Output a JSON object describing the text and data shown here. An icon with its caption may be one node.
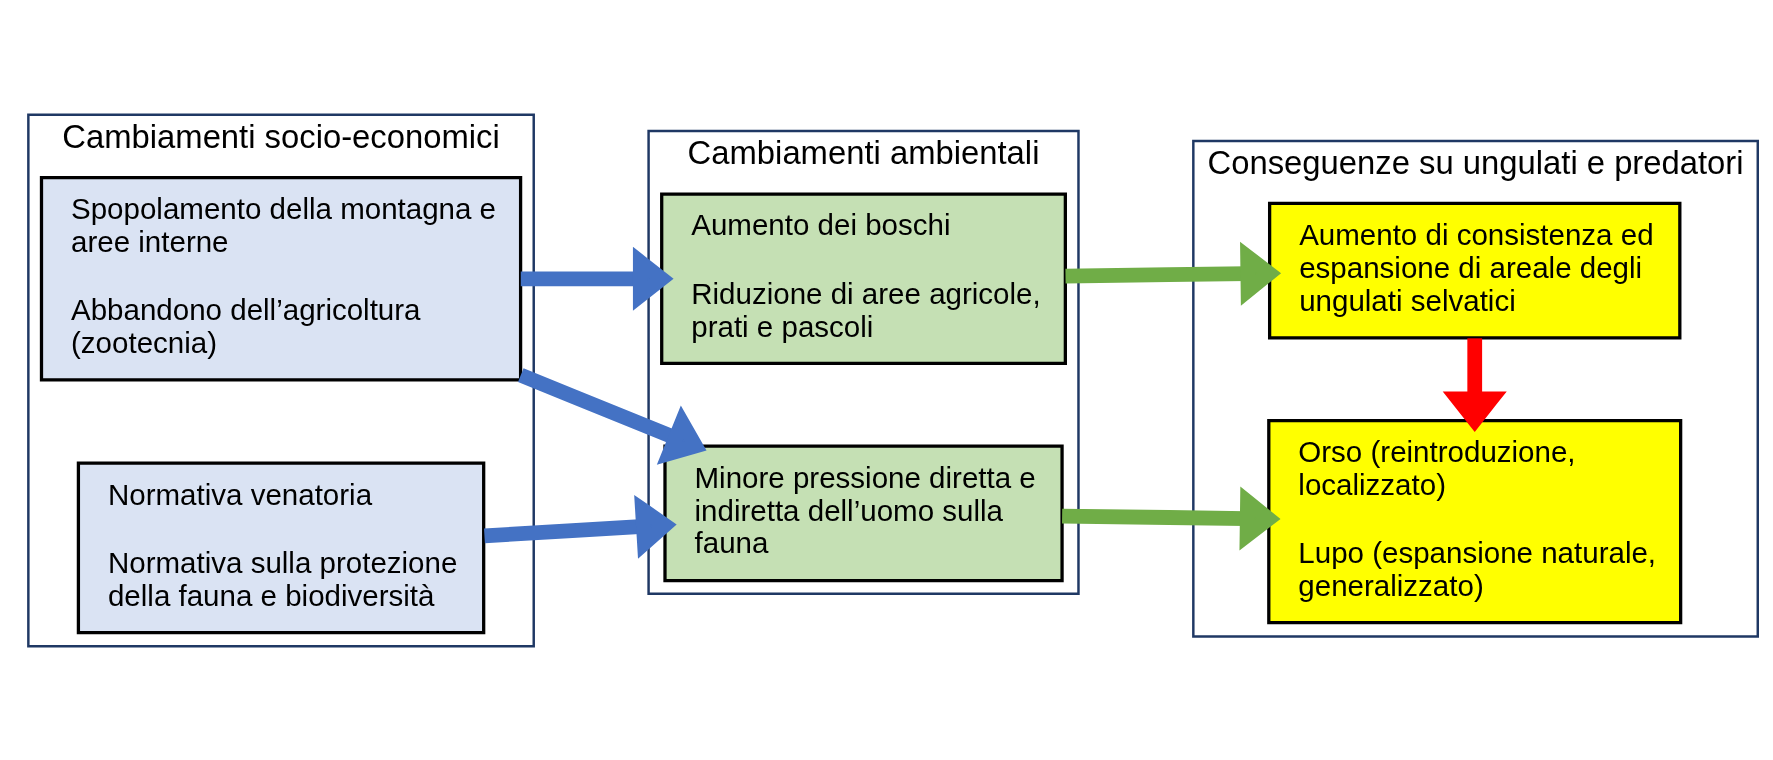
{
  "diagram": {
    "nodes": [
      {
        "text": [
          "Cambiamenti socio-economici"
        ]
      },
      {
        "text": [
          "Spopolamento della montagna e aree interne",
          "Abbandono dell’agricoltura (zootecnia)"
        ],
        "in": 0
      },
      {
        "text": [
          "Normativa venatoria",
          "Normativa sulla protezione della fauna e biodiversità"
        ],
        "in": 0
      },
      {
        "text": [
          "Cambiamenti ambientali"
        ]
      },
      {
        "text": [
          "Aumento dei boschi",
          "Riduzione di aree agricole, prati e pascoli"
        ],
        "in": 3
      },
      {
        "text": [
          "Minore pressione diretta e indiretta dell’uomo sulla fauna"
        ],
        "in": 3
      },
      {
        "text": [
          "Conseguenze su ungulati e predatori"
        ]
      },
      {
        "text": [
          "Aumento di consistenza ed espansione di areale degli ungulati selvatici"
        ],
        "in": 6
      },
      {
        "text": [
          "Orso (reintroduzione, localizzato)",
          "Lupo (espansione naturale, generalizzato)"
        ],
        "in": 6
      }
    ],
    "edges": [
      {
        "from": 1,
        "to": 4,
        "arrow": "to"
      },
      {
        "from": 1,
        "to": 5,
        "arrow": "to"
      },
      {
        "from": 2,
        "to": 5,
        "arrow": "to"
      },
      {
        "from": 4,
        "to": 7,
        "arrow": "to",
        "color": "#70ad47"
      },
      {
        "from": 5,
        "to": 8,
        "arrow": "to",
        "color": "#70ad47"
      },
      {
        "from": 7,
        "to": 8,
        "arrow": "to",
        "color": "#ff0000"
      }
    ]
  }
}
